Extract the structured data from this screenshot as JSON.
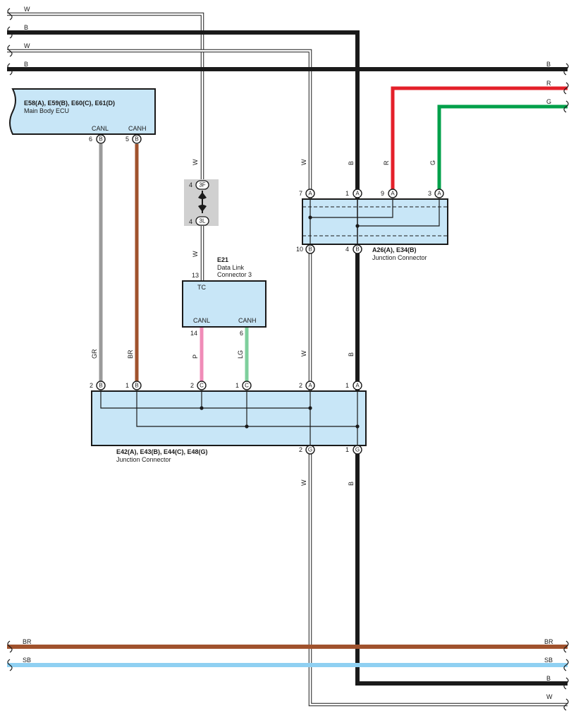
{
  "colors": {
    "B": "#1a1a1a",
    "W": "#ffffff",
    "R": "#e4202a",
    "G": "#00a04a",
    "GR": "#9a9a9a",
    "BR": "#a0522d",
    "P": "#f08cb8",
    "LG": "#7ecf9c",
    "SB": "#8fd0f2",
    "box_fill": "#c8e6f7",
    "joint_fill": "#d0d0d0"
  },
  "wires": {
    "top_w1": "W",
    "top_b1": "B",
    "top_w2": "W",
    "top_b2": "B",
    "right_b": "B",
    "right_r": "R",
    "right_g": "G",
    "v_w_upper": "W",
    "v_b_upper": "B",
    "v_r": "R",
    "v_g": "G",
    "v_w_dlc": "W",
    "v_w_dlc_upper": "W",
    "v_gr": "GR",
    "v_br": "BR",
    "v_p": "P",
    "v_lg": "LG",
    "v_w_mid": "W",
    "v_b_mid": "B",
    "v_w_low": "W",
    "v_b_low": "B",
    "bot_br_left": "BR",
    "bot_br_right": "BR",
    "bot_sb_left": "SB",
    "bot_sb_right": "SB",
    "bot_b": "B",
    "bot_w": "W"
  },
  "components": {
    "ecu": {
      "title": "E58(A), E59(B), E60(C), E61(D)",
      "name": "Main Body ECU",
      "canl": "CANL",
      "canh": "CANH",
      "pin_canl_num": "6",
      "pin_canl_letter": "B",
      "pin_canh_num": "5",
      "pin_canh_letter": "B"
    },
    "joint": {
      "top_num": "4",
      "top_letter": "3F",
      "bot_num": "4",
      "bot_letter": "3L"
    },
    "dlc": {
      "code": "E21",
      "name1": "Data Link",
      "name2": "Connector 3",
      "tc": "TC",
      "canl": "CANL",
      "canh": "CANH",
      "pin_tc": "13",
      "pin_canl": "14",
      "pin_canh": "6"
    },
    "jc_upper": {
      "title": "A26(A), E34(B)",
      "name": "Junction Connector",
      "pins_top": [
        {
          "num": "7",
          "letter": "A"
        },
        {
          "num": "1",
          "letter": "A"
        },
        {
          "num": "9",
          "letter": "A"
        },
        {
          "num": "3",
          "letter": "A"
        }
      ],
      "pins_bottom": [
        {
          "num": "10",
          "letter": "B"
        },
        {
          "num": "4",
          "letter": "B"
        }
      ]
    },
    "jc_lower": {
      "title": "E42(A), E43(B), E44(C), E48(G)",
      "name": "Junction Connector",
      "pins_top": [
        {
          "num": "2",
          "letter": "B"
        },
        {
          "num": "1",
          "letter": "B"
        },
        {
          "num": "2",
          "letter": "C"
        },
        {
          "num": "1",
          "letter": "C"
        },
        {
          "num": "2",
          "letter": "A"
        },
        {
          "num": "1",
          "letter": "A"
        }
      ],
      "pins_bottom": [
        {
          "num": "2",
          "letter": "G"
        },
        {
          "num": "1",
          "letter": "G"
        }
      ]
    }
  }
}
